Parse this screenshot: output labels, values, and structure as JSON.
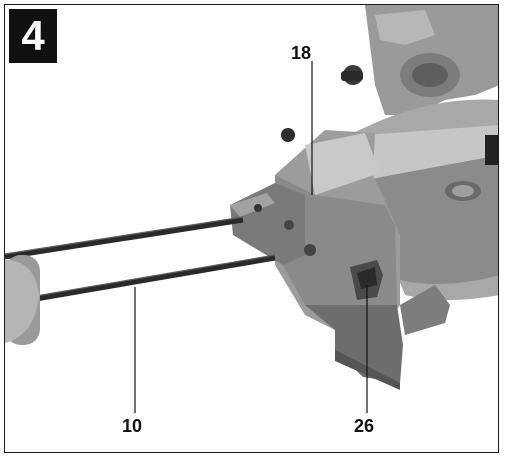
{
  "figure_number": "4",
  "callouts": [
    {
      "id": "18",
      "label": "18"
    },
    {
      "id": "10",
      "label": "10"
    },
    {
      "id": "26",
      "label": "26"
    }
  ],
  "colors": {
    "badge_bg": "#111111",
    "frame": "#1a1a1a",
    "metal": "#8f8f8f",
    "metal_light": "#bdbdbd",
    "metal_dark": "#5a5a5a",
    "rod": "#2a2a2a"
  }
}
